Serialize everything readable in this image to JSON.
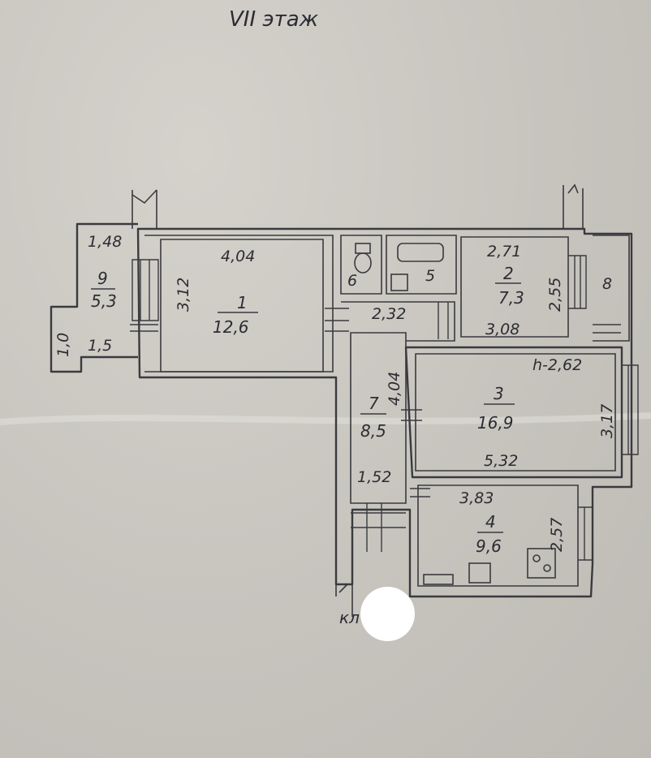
{
  "floor_title": "VII этаж",
  "rooms": [
    {
      "id": "1",
      "area": "12,6",
      "width": "4,04",
      "depth": "3,12"
    },
    {
      "id": "2",
      "area": "7,3",
      "width": "2,71",
      "depth": "2,55",
      "bottom": "3,08"
    },
    {
      "id": "3",
      "area": "16,9",
      "top": "h-2,62",
      "depth": "3,17",
      "bottom": "5,32"
    },
    {
      "id": "4",
      "area": "9,6",
      "top": "3,83",
      "depth": "2,57"
    },
    {
      "id": "5"
    },
    {
      "id": "6"
    },
    {
      "id": "7",
      "area": "8,5",
      "depth": "4,04",
      "bottom": "1,52"
    },
    {
      "id": "8"
    },
    {
      "id": "9",
      "area": "5,3",
      "top": "1,48",
      "bottom": "1,5",
      "side": "1,0"
    }
  ],
  "corridor_dim": "2,32",
  "entrance_label": "кл"
}
